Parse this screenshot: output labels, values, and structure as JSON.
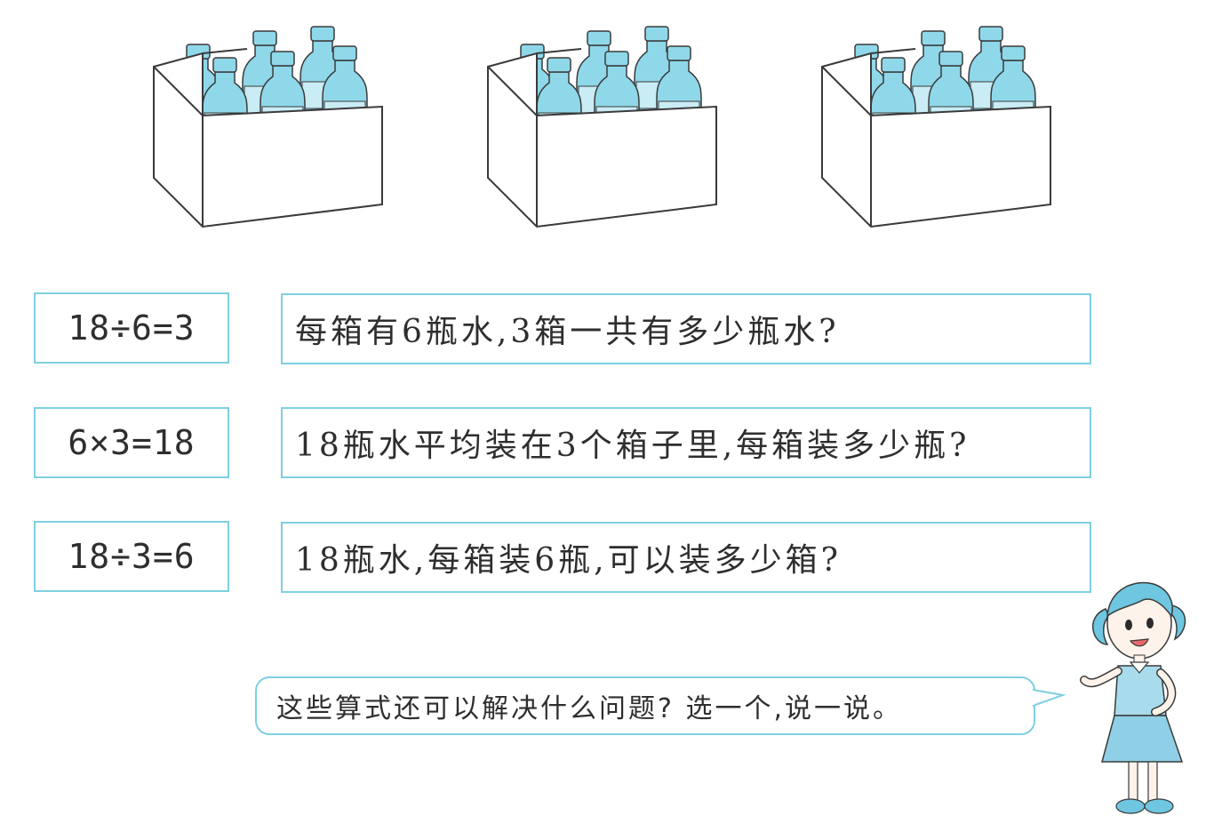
{
  "illustration": {
    "crates": [
      {
        "bottles": 6
      },
      {
        "bottles": 6
      },
      {
        "bottles": 6
      }
    ],
    "bottle_color": "#8fd8ea",
    "crate_stroke": "#3a3a3a"
  },
  "equations": [
    {
      "label": "18÷6=3"
    },
    {
      "label": "6×3=18"
    },
    {
      "label": "18÷3=6"
    }
  ],
  "questions": [
    {
      "text": "每箱有6瓶水,3箱一共有多少瓶水?"
    },
    {
      "text": "18瓶水平均装在3个箱子里,每箱装多少瓶?"
    },
    {
      "text": "18瓶水,每箱装6瓶,可以装多少箱?"
    }
  ],
  "speech_bubble": {
    "text": "这些算式还可以解决什么问题? 选一个,说一说。"
  },
  "colors": {
    "accent": "#7fcfe0",
    "girl_hair": "#6fc6e0",
    "girl_dress": "#a8dcec"
  }
}
